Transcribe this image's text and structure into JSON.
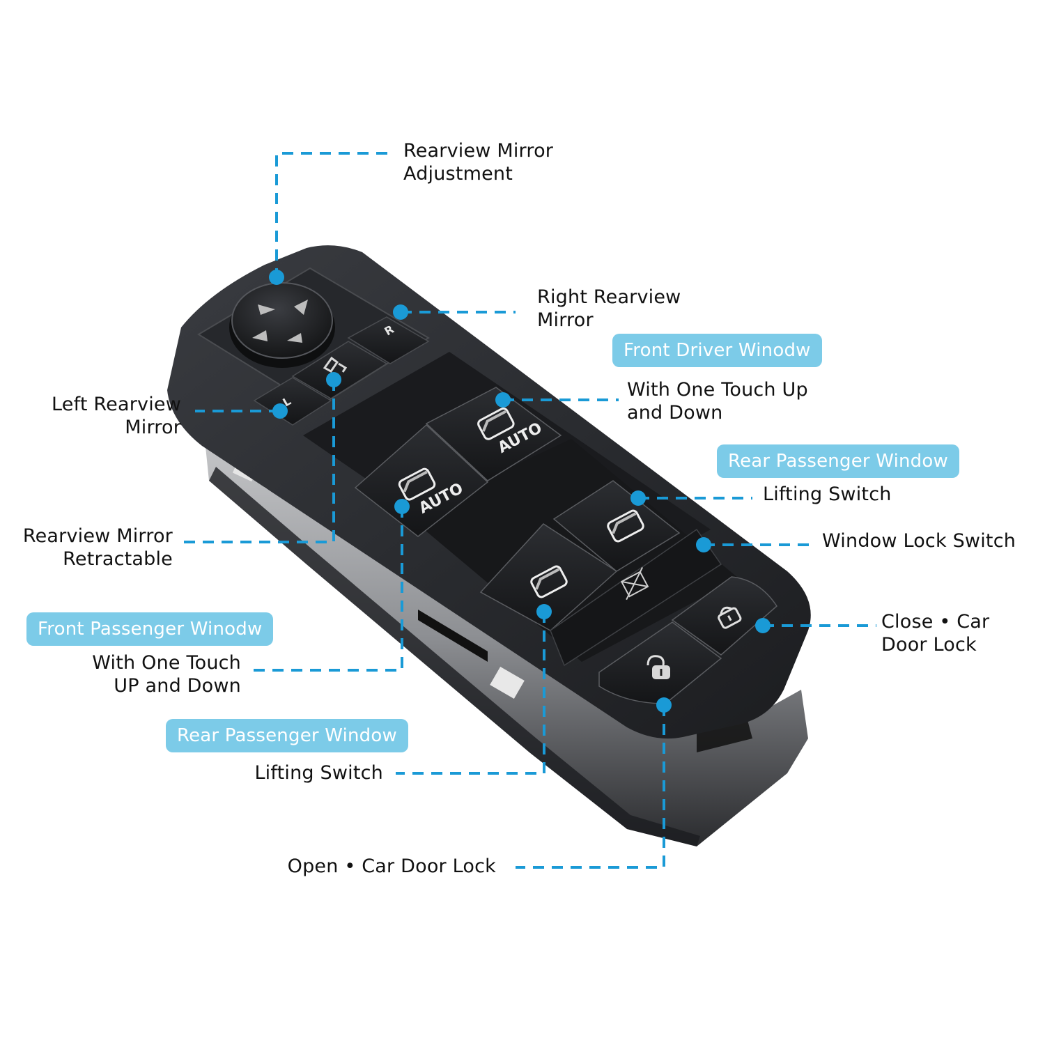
{
  "diagram": {
    "subject": "Power Window Master Switch",
    "accent_color": "#1a9ad6",
    "badge_color": "#7ccbe8",
    "body_color": "#2b2d31"
  },
  "switch": {
    "mirror_left_key": "L",
    "mirror_right_key": "R",
    "auto_label_front_driver": "AUTO",
    "auto_label_front_passenger": "AUTO"
  },
  "callouts": {
    "mirror_adjustment": {
      "line1": "Rearview Mirror",
      "line2": "Adjustment"
    },
    "right_mirror": {
      "line1": "Right Rearview",
      "line2": "Mirror"
    },
    "front_driver": {
      "badge": "Front Driver Winodw",
      "line1": "With One Touch Up",
      "line2": "and Down"
    },
    "left_mirror": {
      "line1": "Left Rearview",
      "line2": "Mirror"
    },
    "rear_passenger_right": {
      "badge": "Rear Passenger Window",
      "line1": "Lifting Switch"
    },
    "window_lock": {
      "line1": "Window Lock Switch"
    },
    "mirror_retractable": {
      "line1": "Rearview Mirror",
      "line2": "Retractable"
    },
    "front_passenger": {
      "badge": "Front Passenger Winodw",
      "line1": "With One Touch",
      "line2": "UP and Down"
    },
    "close_lock": {
      "line1": "Close • Car",
      "line2": "Door Lock"
    },
    "rear_passenger_left": {
      "badge": "Rear Passenger Window",
      "line1": "Lifting Switch"
    },
    "open_lock": {
      "line1": "Open • Car Door Lock"
    }
  }
}
